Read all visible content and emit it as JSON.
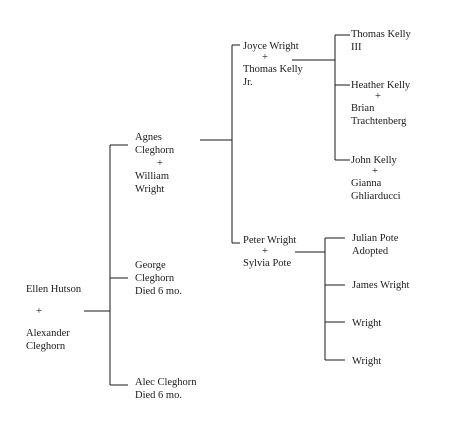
{
  "root": {
    "line1": "Ellen Hutson",
    "plus": "+",
    "line2": "Alexander",
    "line3": "Cleghorn"
  },
  "agnes": {
    "line1": "Agnes",
    "line2": "Cleghorn",
    "plus": "+",
    "line3": "William",
    "line4": "Wright"
  },
  "george": {
    "line1": "George",
    "line2": "Cleghorn",
    "line3": "Died 6 mo."
  },
  "alec": {
    "line1": "Alec Cleghorn",
    "line2": "Died 6 mo."
  },
  "joyce": {
    "line1": "Joyce Wright",
    "plus": "+",
    "line2": "Thomas Kelly",
    "line3": "Jr."
  },
  "peter": {
    "line1": "Peter Wright",
    "plus": "+",
    "line2": "Sylvia Pote"
  },
  "thomas3": {
    "line1": "Thomas Kelly",
    "line2": "III"
  },
  "heather": {
    "line1": "Heather Kelly",
    "plus": "+",
    "line2": "Brian",
    "line3": "Trachtenberg"
  },
  "john": {
    "line1": "John Kelly",
    "plus": "+",
    "line2": "Gianna",
    "line3": "Ghliarducci"
  },
  "julian": {
    "line1": "Julian Pote",
    "line2": "Adopted"
  },
  "james": {
    "line1": "James Wright"
  },
  "wright1": {
    "line1": "Wright"
  },
  "wright2": {
    "line1": "Wright"
  }
}
